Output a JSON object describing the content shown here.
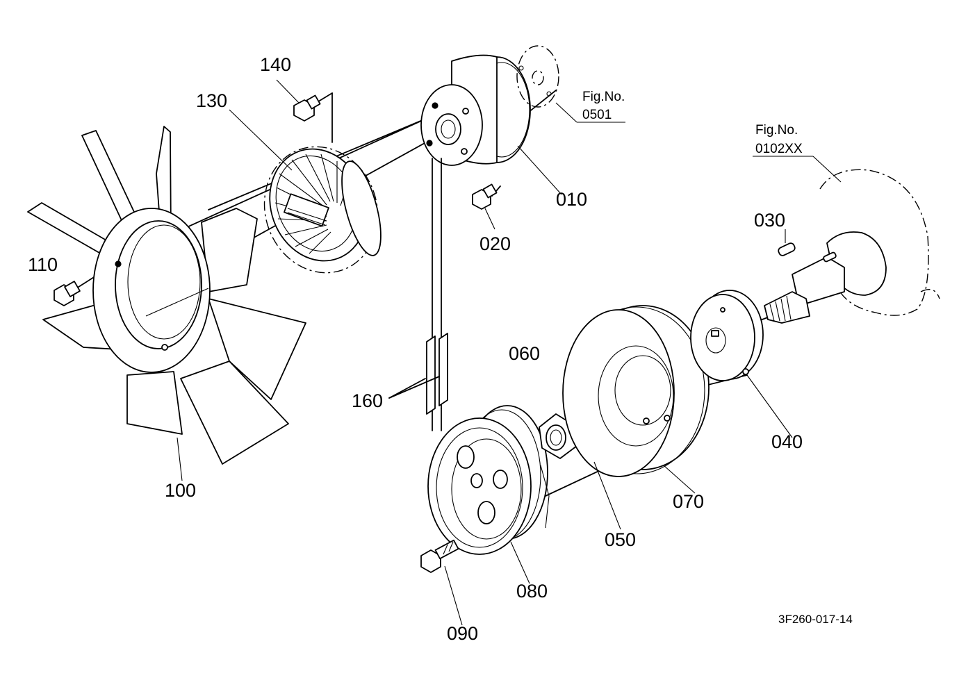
{
  "labels": {
    "p010": "010",
    "p020": "020",
    "p030": "030",
    "p040": "040",
    "p050": "050",
    "p060": "060",
    "p070": "070",
    "p080": "080",
    "p090": "090",
    "p100": "100",
    "p110": "110",
    "p130": "130",
    "p140": "140",
    "p160": "160"
  },
  "figure_refs": {
    "ref_pulley": {
      "prefix": "Fig.No.",
      "number": "0501"
    },
    "ref_crank": {
      "prefix": "Fig.No.",
      "number": "0102XX"
    }
  },
  "drawing_code": "3F260-017-14"
}
